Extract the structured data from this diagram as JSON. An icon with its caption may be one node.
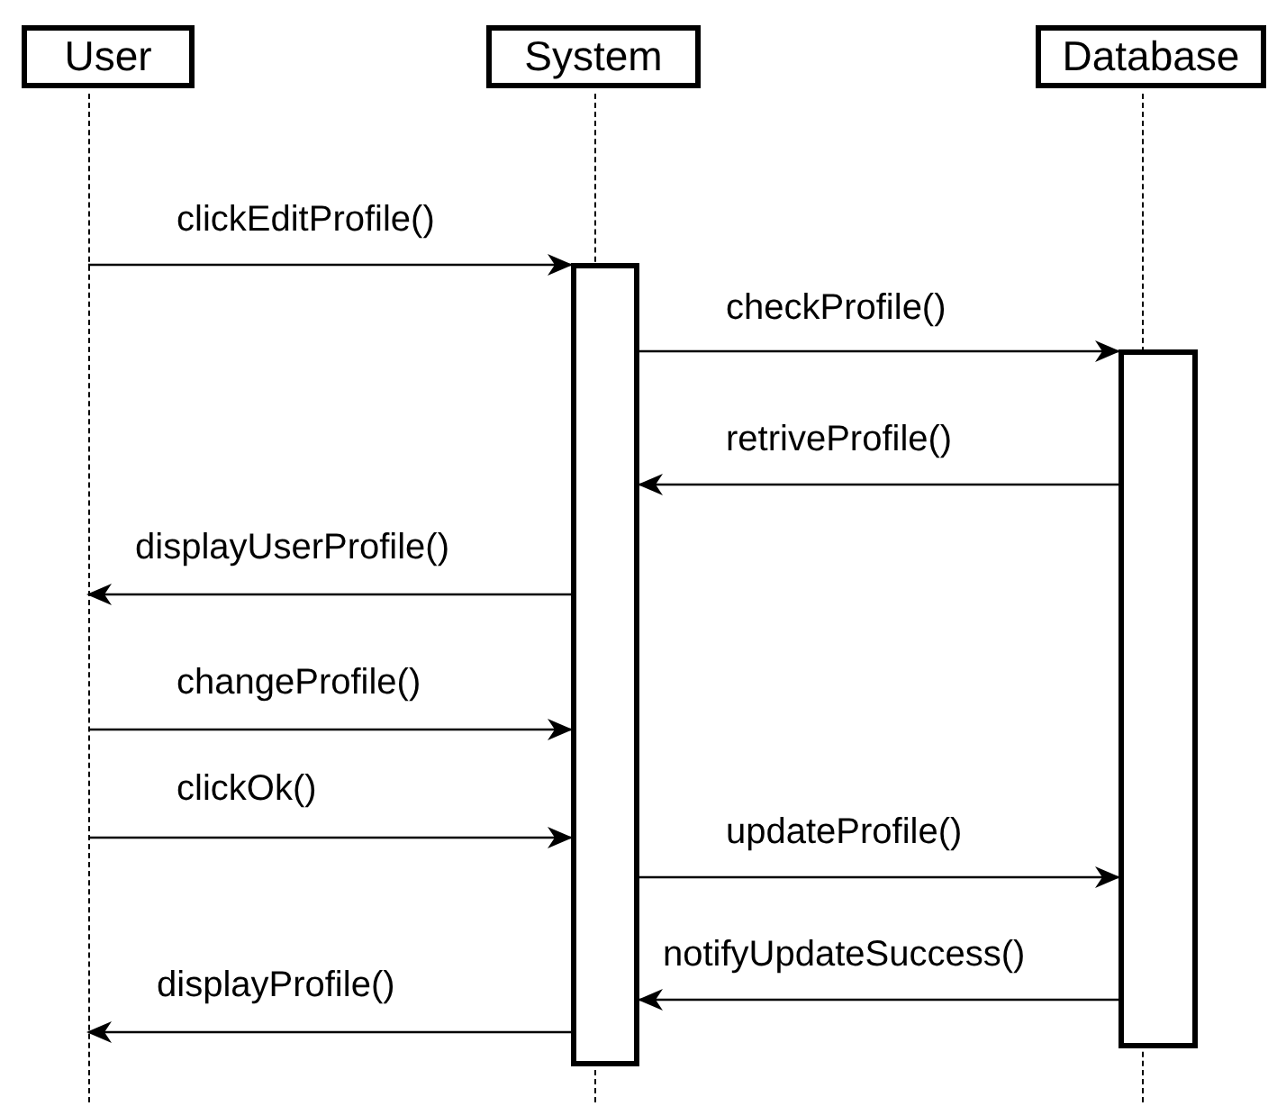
{
  "diagram": {
    "nodes": [
      {
        "text": [
          "User"
        ]
      },
      {
        "text": [
          "System"
        ]
      },
      {
        "text": [
          "Database"
        ]
      },
      {
        "text": [],
        "shape": "bar"
      },
      {
        "text": [],
        "shape": "bar"
      },
      {
        "text": [],
        "shape": "line"
      },
      {
        "text": [],
        "shape": "line"
      },
      {
        "text": [],
        "shape": "line"
      }
    ],
    "edges": [
      {
        "from": 5,
        "to": 3,
        "arrow": "to",
        "label": "clickEditProfile()"
      },
      {
        "from": 3,
        "to": 4,
        "arrow": "to",
        "label": "checkProfile()"
      },
      {
        "from": 4,
        "to": 3,
        "arrow": "to",
        "label": "retriveProfile()"
      },
      {
        "from": 3,
        "to": 5,
        "arrow": "to",
        "label": "displayUserProfile()"
      },
      {
        "from": 5,
        "to": 3,
        "arrow": "to",
        "label": "changeProfile()"
      },
      {
        "from": 5,
        "to": 3,
        "arrow": "to",
        "label": "clickOk()"
      },
      {
        "from": 3,
        "to": 4,
        "arrow": "to",
        "label": "updateProfile()"
      },
      {
        "from": 4,
        "to": 3,
        "arrow": "to",
        "label": "notifyUpdateSuccess()"
      },
      {
        "from": 3,
        "to": 5,
        "arrow": "to",
        "label": "displayProfile()"
      }
    ]
  }
}
